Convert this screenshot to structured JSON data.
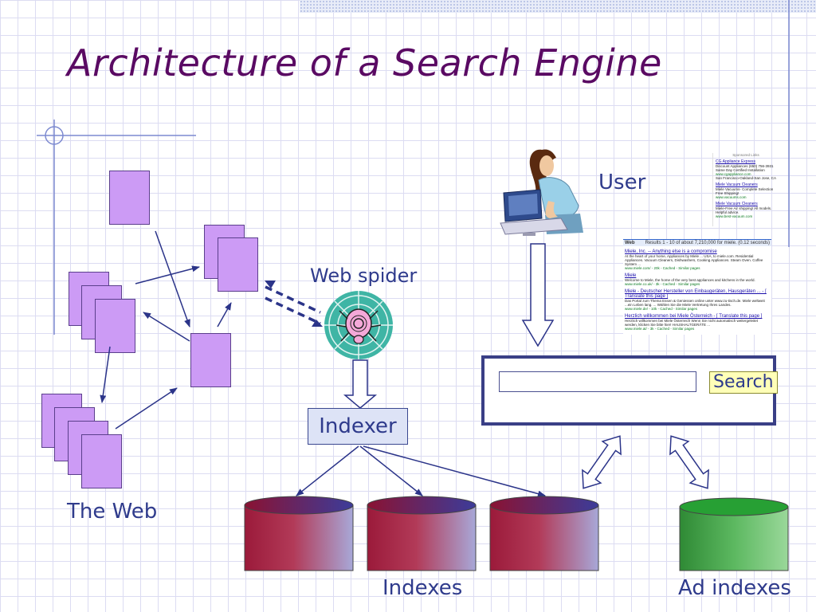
{
  "title": "Architecture of a Search Engine",
  "labels": {
    "user": "User",
    "web_spider": "Web spider",
    "indexer": "Indexer",
    "the_web": "The Web",
    "indexes": "Indexes",
    "ad_indexes": "Ad indexes"
  },
  "search_ui": {
    "button_label": "Search",
    "field_value": ""
  },
  "results_page": {
    "tab": "Web",
    "stats": "Results 1 - 10 of about 7,210,000 for miele. (0.12 seconds)",
    "hits": [
      {
        "title": "Miele, Inc. -- Anything else is a compromise",
        "snippet": "At the heart of your home, Appliances by Miele ... USA, to miele.com. Residential Appliances. Vacuum Cleaners, Dishwashers, Cooking Appliances. Steam Oven. Coffee System ...",
        "url": "www.miele.com/ - 20k - Cached - Similar pages"
      },
      {
        "title": "Miele",
        "snippet": "Welcome to Miele, the home of the very best appliances and kitchens in the world.",
        "url": "www.miele.co.uk/ - 3k - Cached - Similar pages"
      },
      {
        "title": "Miele - Deutscher Hersteller von Einbaugeräten, Hausgeräten ... - [ Translate this page ]",
        "snippet": "Das Portal zum Thema Essen & Geniessen online unter www.zu-tisch.de. Miele weltweit ...ein Leben lang. ... Wählen Sie die Miele Vertretung Ihres Landes.",
        "url": "www.miele.de/ - 10k - Cached - Similar pages"
      },
      {
        "title": "Herzlich willkommen bei Miele Österreich - [ Translate this page ]",
        "snippet": "Herzlich willkommen bei Miele Österreich Wenn Sie nicht automatisch weitergeleitet werden, klicken Sie bitte hier! HAUSHALTGERÄTE ...",
        "url": "www.miele.at/ - 3k - Cached - Similar pages"
      }
    ]
  },
  "ads_panel": {
    "header": "Sponsored Links",
    "ads": [
      {
        "title": "CG Appliance Express",
        "text": "Discount Appliances (650) 756-3931 Same Day Certified Installation",
        "url": "www.cgappliance.com",
        "extra": "San Francisco-Oakland-San Jose, CA"
      },
      {
        "title": "Miele Vacuum Cleaners",
        "text": "Miele Vacuums- Complete Selection Free Shipping!",
        "url": "www.vacuums.com",
        "extra": ""
      },
      {
        "title": "Miele Vacuum Cleaners",
        "text": "Miele-Free Air shipping! All models. Helpful advice.",
        "url": "www.best-vacuum.com",
        "extra": ""
      }
    ]
  },
  "colors": {
    "title": "#5a0a63",
    "labels": "#2f3b8c",
    "page_fill": "#cc9bf5",
    "index_cylinder": "#9b1a3a",
    "ad_cylinder": "#3aa040",
    "spider_ring": "#3fb5a5"
  },
  "icons": [
    "user-at-computer-icon",
    "spider-web-icon",
    "web-page-icon",
    "database-cylinder-icon"
  ]
}
